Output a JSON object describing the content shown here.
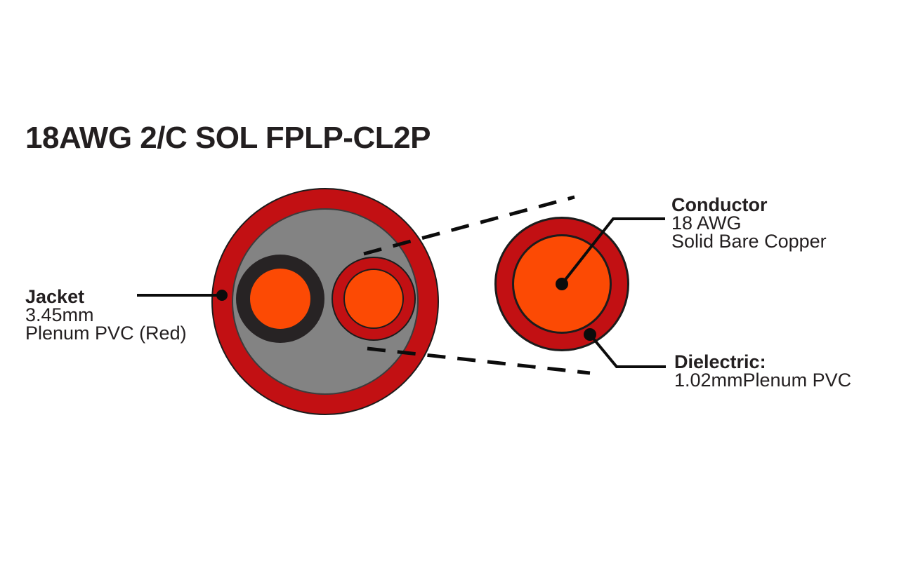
{
  "title": "18AWG 2/C SOL FPLP-CL2P",
  "colors": {
    "jacket_red": "#c21013",
    "copper_orange": "#fc4a04",
    "insulation_black": "#272324",
    "filler_gray": "#838383",
    "outline_black": "#1c1c1c",
    "text_black": "#231f20",
    "background": "#ffffff"
  },
  "labels": {
    "jacket": {
      "title": "Jacket",
      "line1": "3.45mm",
      "line2": "Plenum PVC (Red)"
    },
    "conductor": {
      "title": "Conductor",
      "line1": "18 AWG",
      "line2": "Solid Bare Copper"
    },
    "dielectric": {
      "title": "Dielectric:",
      "line1": "1.02mmPlenum PVC"
    }
  }
}
